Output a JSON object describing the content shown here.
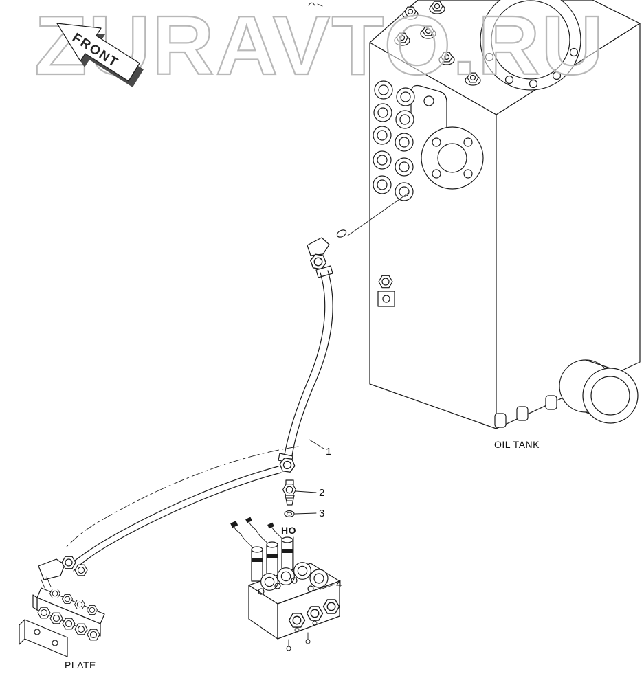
{
  "watermark": {
    "text": "ZURAVTO.RU"
  },
  "front_arrow": {
    "label": "FRONT"
  },
  "labels": {
    "oil_tank": "OIL TANK",
    "plate": "PLATE",
    "port": "HO"
  },
  "callouts": {
    "hose": "1",
    "fitting": "2",
    "oring": "3",
    "valve_block": "4"
  },
  "colors": {
    "background": "#ffffff",
    "line": "#1a1a1a",
    "watermark": "#b8b8b8",
    "arrow_shadow": "#4a4a4a"
  }
}
